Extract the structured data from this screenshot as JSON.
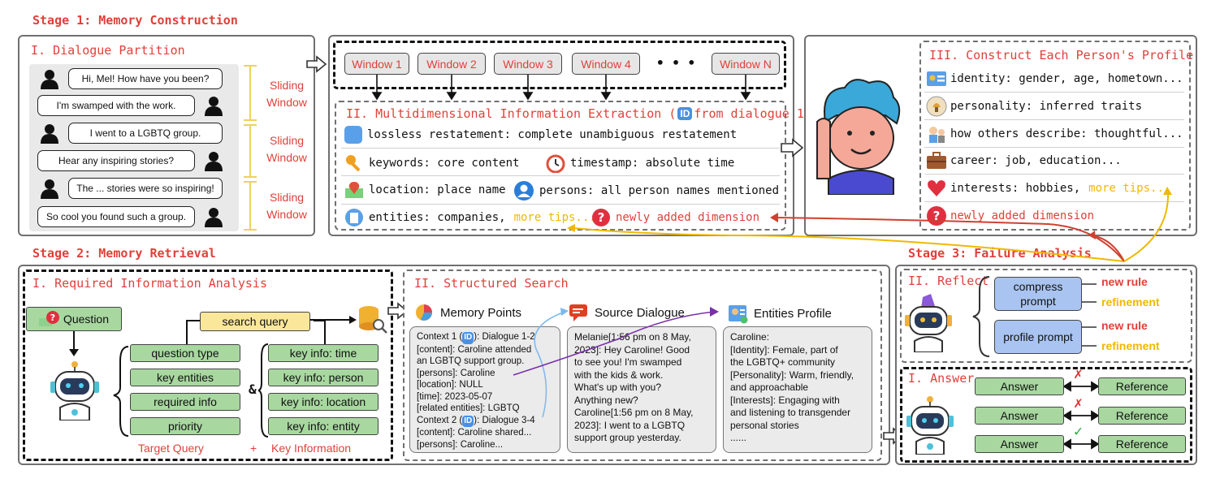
{
  "stage1": {
    "title": "Stage 1: Memory Construction",
    "partition": {
      "title": "I. Dialogue Partition",
      "bubbles": [
        "Hi, Mel! How have you been?",
        "I'm swamped with the work.",
        "I went to a LGBTQ group.",
        "Hear any inspiring stories?",
        "The ... stories were so inspiring!",
        "So cool you found such a group."
      ],
      "sliding_label_1": "Sliding",
      "sliding_label_2": "Window"
    },
    "windows": [
      "Window 1",
      "Window 2",
      "Window 3",
      "Window 4",
      "Window N"
    ],
    "windows_ellipsis": "• • •",
    "extraction": {
      "title_pre": "II. Multidimensional Information Extraction (",
      "id_badge": "ID",
      "title_post": "from dialogue 1)",
      "rows": {
        "lossless": "lossless restatement: complete unambiguous restatement",
        "keywords": "keywords: core content",
        "timestamp": "timestamp: absolute time",
        "location": "location: place name",
        "persons": "persons: all person names mentioned",
        "entities": "entities: companies,",
        "more_tips": "more tips...",
        "new_dim": "newly added dimension"
      }
    },
    "profile": {
      "title": "III. Construct Each Person's Profile",
      "rows": {
        "identity": "identity: gender, age, hometown...",
        "personality": "personality: inferred traits",
        "others": "how others describe: thoughtful...",
        "career": "career: job, education...",
        "interests": "interests: hobbies,",
        "more_tips": "more tips...",
        "new_dim": "newly added dimension"
      }
    }
  },
  "stage2": {
    "title": "Stage 2: Memory Retrieval",
    "analysis": {
      "title": "I. Required Information Analysis",
      "question": "Question",
      "search_query": "search query",
      "left_items": [
        "question type",
        "key entities",
        "required info",
        "priority"
      ],
      "amp": "&",
      "right_items": [
        "key info: time",
        "key info: person",
        "key info: location",
        "key info: entity"
      ],
      "target_query": "Target Query",
      "plus": "+",
      "key_information": "Key Information"
    },
    "search": {
      "title": "II. Structured Search",
      "memory_points": "Memory Points",
      "source_dialogue": "Source Dialogue",
      "entities_profile": "Entities Profile",
      "memory_lines": [
        {
          "pre": "Context 1 (",
          "id": "ID",
          "post": "): Dialogue 1-2"
        },
        {
          "text": "  [content]: Caroline attended"
        },
        {
          "text": "an LGBTQ support group."
        },
        {
          "text": "  [persons]: Caroline"
        },
        {
          "text": "  [location]: NULL"
        },
        {
          "text": "  [time]: 2023-05-07"
        },
        {
          "text": "  [related entities]: LGBTQ"
        },
        {
          "pre": "Context 2 (",
          "id": "ID",
          "post": "): Dialogue 3-4"
        },
        {
          "text": "  [content]: Caroline shared..."
        },
        {
          "text": "  [persons]: Caroline..."
        }
      ],
      "dialogue_lines": [
        "Melanie[1:56 pm on 8 May,",
        "2023]: Hey Caroline! Good",
        "to see you! I'm swamped",
        "with the kids & work.",
        "What's up with you?",
        "Anything new?",
        "Caroline[1:56 pm on 8 May,",
        "2023]: I went to a LGBTQ",
        "support group yesterday."
      ],
      "profile_lines": [
        "Caroline:",
        "[Identity]: Female, part of",
        "the LGBTQ+ community",
        "[Personality]: Warm, friendly,",
        "and approachable",
        "[Interests]: Engaging with",
        "and listening to transgender",
        "personal stories",
        "......"
      ]
    }
  },
  "stage3": {
    "title": "Stage 3: Failure Analysis",
    "reflect": {
      "title": "II. Reflect",
      "compress": "compress prompt",
      "profile": "profile prompt",
      "new_rule": "new rule",
      "refinement": "refinement"
    },
    "answer": {
      "title": "I. Answer",
      "answer_label": "Answer",
      "reference_label": "Reference",
      "cross": "✗",
      "check": "✓"
    }
  },
  "colors": {
    "accent_red": "#e0403a",
    "accent_yellow": "#f0b800",
    "box_green": "#a8d8a0",
    "box_blue": "#a9c4f0",
    "box_yellow": "#fbe79a",
    "arrow_purple": "#7a2fa8",
    "arrow_blue": "#7ab8f0"
  }
}
